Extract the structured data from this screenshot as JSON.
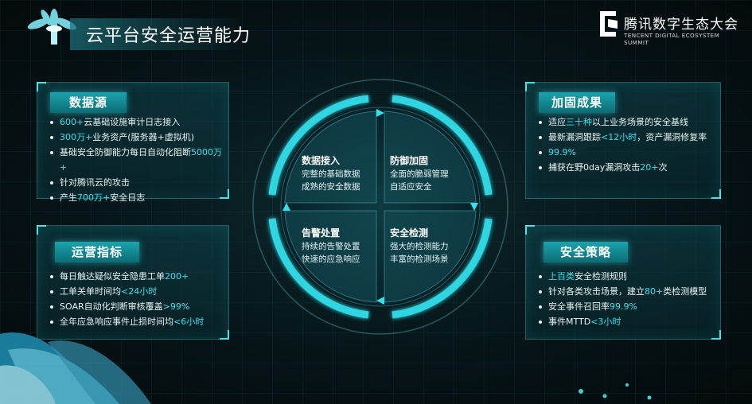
{
  "header": {
    "title": "云平台安全运营能力",
    "logo_cn": "腾讯数字生态大会",
    "logo_en": "TENCENT DIGITAL ECOSYSTEM SUMMIT"
  },
  "panels": {
    "data_source": {
      "label": "数据源",
      "items": [
        {
          "hl": "600+",
          "text": "云基础设施审计日志接入"
        },
        {
          "hl": "300万+",
          "text": "业务资产(服务器+虚拟机)"
        },
        {
          "pre": "基础安全防御能力每日自动化阻断",
          "hl": "5000万+",
          "post": ""
        },
        {
          "pre": "针对腾讯云的攻击",
          "hl": "",
          "post": ""
        },
        {
          "pre": "产生",
          "hl": "700万+",
          "post": "安全日志"
        }
      ]
    },
    "ops_metrics": {
      "label": "运营指标",
      "items": [
        {
          "pre": "每日触达疑似安全隐患工单",
          "hl": "200+",
          "post": ""
        },
        {
          "pre": "工单关单时间均",
          "hl": "<24小时",
          "post": ""
        },
        {
          "pre": "SOAR自动化判断审核覆盖",
          "hl": ">99%",
          "post": ""
        },
        {
          "pre": "全年应急响应事件止损时间均",
          "hl": "<6小时",
          "post": ""
        }
      ]
    },
    "hardening": {
      "label": "加固成果",
      "items": [
        {
          "pre": "适应",
          "hl": "三十种",
          "post": "以上业务场景的安全基线"
        },
        {
          "pre": "最新漏洞跟踪",
          "hl": "<12小时",
          "post": "，资产漏洞修复率"
        },
        {
          "pre": "",
          "hl": "99.9%",
          "post": ""
        },
        {
          "pre": "捕获在野0day漏洞攻击",
          "hl": "20+",
          "post": "次"
        }
      ]
    },
    "policy": {
      "label": "安全策略",
      "items": [
        {
          "pre": "",
          "hl": "上百类",
          "post": "安全检测规则"
        },
        {
          "pre": "针对各类攻击场景，建立",
          "hl": "80+",
          "post": "类检测模型"
        },
        {
          "pre": "安全事件召回率",
          "hl": "99.9%",
          "post": ""
        },
        {
          "pre": "事件MTTD",
          "hl": "<3小时",
          "post": ""
        }
      ]
    }
  },
  "quadrants": {
    "tl": {
      "title": "数据接入",
      "lines": [
        "完整的基础数据",
        "成熟的安全数据"
      ]
    },
    "tr": {
      "title": "防御加固",
      "lines": [
        "全面的脆弱管理",
        "自适应安全"
      ]
    },
    "bl": {
      "title": "告警处置",
      "lines": [
        "持续的告警处置",
        "快速的应急响应"
      ]
    },
    "br": {
      "title": "安全检测",
      "lines": [
        "强大的检测能力",
        "丰富的检测场景"
      ]
    }
  },
  "colors": {
    "accent": "#2fe3ee",
    "background": "#061417",
    "panel_tag": "#1aa3ad"
  }
}
